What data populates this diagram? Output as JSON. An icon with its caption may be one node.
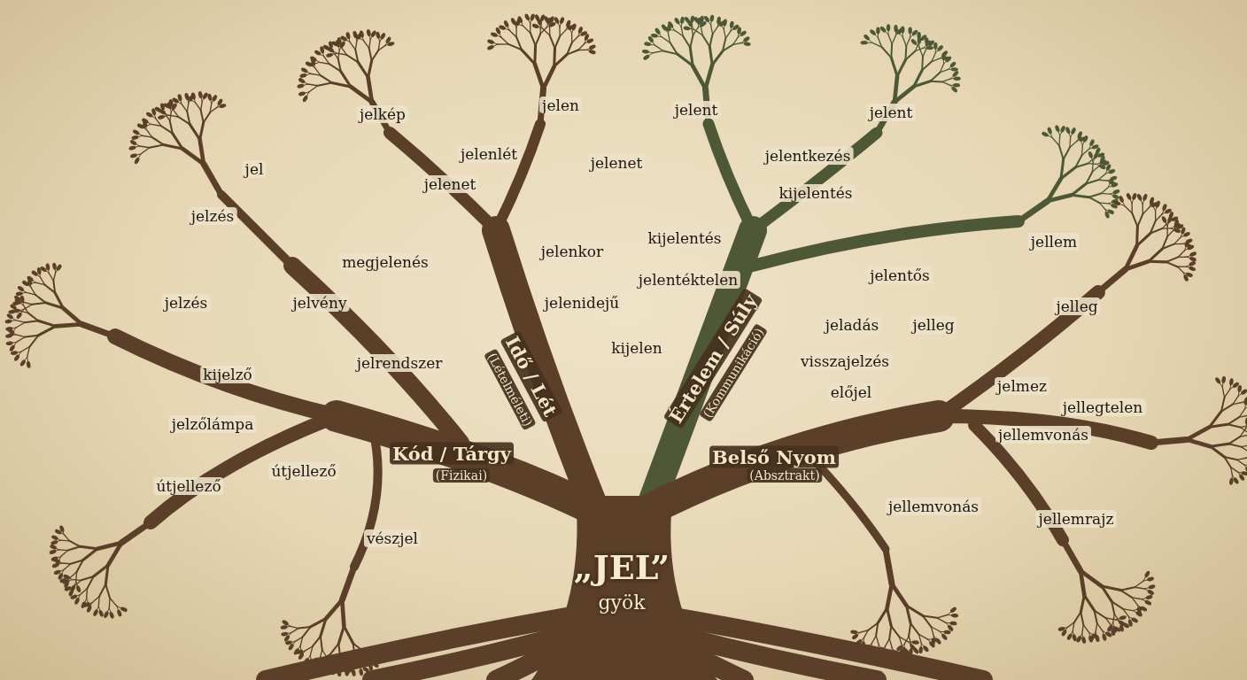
{
  "diagram": {
    "labels": [
      "jelkép",
      "jelen",
      "jelent",
      "jelent",
      "jelenlét",
      "jelenet",
      "jelentkezés",
      "jel",
      "jelenet",
      "kijelentés",
      "jelzés",
      "kijelentés",
      "jellem",
      "megjelenés",
      "jelenkor",
      "jelentős",
      "jelzés",
      "jelvény",
      "jelentéktelen",
      "jelenidejű",
      "jelleg",
      "jeladás",
      "jelleg",
      "kijelen",
      "jelrendszer",
      "visszajelzés",
      "Idő / Lét",
      "(Lételméleti)",
      "Értelem / Súly",
      "(Kommunikáció)",
      "kijelző",
      "előjel",
      "jelmez",
      "jellegtelen",
      "jelzőlámpa",
      "jellemvonás",
      "útjellező",
      "Kód / Tárgy",
      "(Fizikai)",
      "Belső Nyom",
      "(Absztrakt)",
      "útjellező",
      "jellemvonás",
      "jellemrajz",
      "vészjel",
      "„JEL”",
      "gyök"
    ]
  }
}
